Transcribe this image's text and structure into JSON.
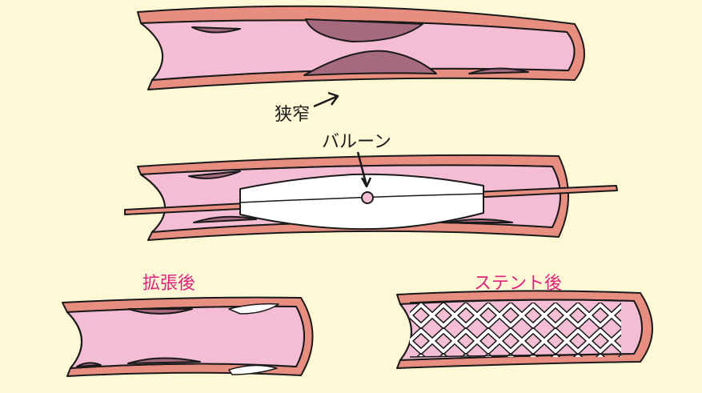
{
  "labels": {
    "stenosis": "狭窄",
    "balloon": "バルーン",
    "after_dilation": "拡張後",
    "after_stent": "ステント後"
  },
  "colors": {
    "background": "#fff8d6",
    "vessel_wall": "#e88e80",
    "lumen": "#f4bdd4",
    "plaque": "#a56a7e",
    "balloon": "#ffffff",
    "accent_text": "#e0207a",
    "outline": "#1a1a1a"
  }
}
